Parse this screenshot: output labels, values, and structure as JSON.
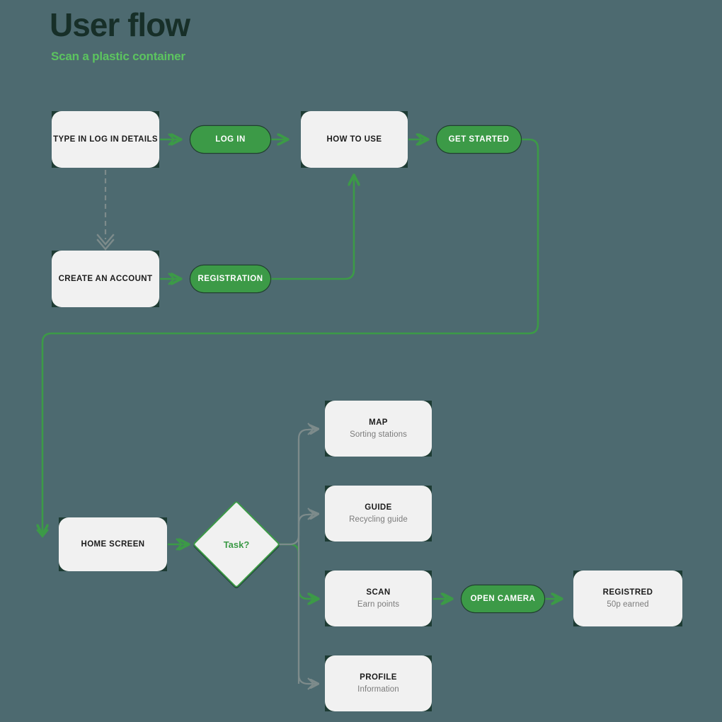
{
  "header": {
    "title": "User flow",
    "subtitle": "Scan a plastic container"
  },
  "colors": {
    "background": "#4d6a70",
    "green": "#3c9a47",
    "green_light": "#5cc45f",
    "node_fill": "#f1f1f1",
    "node_frame": "#1d3b33",
    "text_dark": "#1c1c1c",
    "text_muted": "#7b7b7b",
    "gray_edge": "#7d8b8b"
  },
  "nodes": [
    {
      "id": "type-in-log-in-details",
      "kind": "rect",
      "label": "TYPE IN LOG IN DETAILS",
      "sublabel": ""
    },
    {
      "id": "log-in",
      "kind": "pill",
      "label": "LOG IN",
      "sublabel": ""
    },
    {
      "id": "how-to-use",
      "kind": "rect",
      "label": "HOW TO USE",
      "sublabel": ""
    },
    {
      "id": "get-started",
      "kind": "pill",
      "label": "GET STARTED",
      "sublabel": ""
    },
    {
      "id": "create-an-account",
      "kind": "rect",
      "label": "CREATE AN ACCOUNT",
      "sublabel": ""
    },
    {
      "id": "registration",
      "kind": "pill",
      "label": "REGISTRATION",
      "sublabel": ""
    },
    {
      "id": "home-screen",
      "kind": "rect",
      "label": "HOME SCREEN",
      "sublabel": ""
    },
    {
      "id": "task-decision",
      "kind": "diamond",
      "label": "Task?",
      "sublabel": ""
    },
    {
      "id": "map",
      "kind": "rect",
      "label": "MAP",
      "sublabel": "Sorting stations"
    },
    {
      "id": "guide",
      "kind": "rect",
      "label": "GUIDE",
      "sublabel": "Recycling guide"
    },
    {
      "id": "scan",
      "kind": "rect",
      "label": "SCAN",
      "sublabel": "Earn points"
    },
    {
      "id": "open-camera",
      "kind": "pill",
      "label": "OPEN CAMERA",
      "sublabel": ""
    },
    {
      "id": "registred",
      "kind": "rect",
      "label": "REGISTRED",
      "sublabel": "50p earned"
    },
    {
      "id": "profile",
      "kind": "rect",
      "label": "PROFILE",
      "sublabel": "Information"
    }
  ],
  "edges": [
    {
      "id": "edge-details-to-login",
      "from": "type-in-log-in-details",
      "to": "log-in",
      "style": "solid-green"
    },
    {
      "id": "edge-login-to-howtouse",
      "from": "log-in",
      "to": "how-to-use",
      "style": "solid-green"
    },
    {
      "id": "edge-howtouse-to-getstarted",
      "from": "how-to-use",
      "to": "get-started",
      "style": "solid-green"
    },
    {
      "id": "edge-details-to-createaccount",
      "from": "type-in-log-in-details",
      "to": "create-an-account",
      "style": "dashed-gray"
    },
    {
      "id": "edge-createaccount-to-registration",
      "from": "create-an-account",
      "to": "registration",
      "style": "solid-green"
    },
    {
      "id": "edge-registration-to-howtouse",
      "from": "registration",
      "to": "how-to-use",
      "style": "solid-green"
    },
    {
      "id": "edge-getstarted-to-homescreen",
      "from": "get-started",
      "to": "home-screen",
      "style": "solid-green"
    },
    {
      "id": "edge-homescreen-to-task",
      "from": "home-screen",
      "to": "task-decision",
      "style": "solid-green"
    },
    {
      "id": "edge-task-to-map",
      "from": "task-decision",
      "to": "map",
      "style": "solid-gray"
    },
    {
      "id": "edge-task-to-guide",
      "from": "task-decision",
      "to": "guide",
      "style": "solid-gray"
    },
    {
      "id": "edge-task-to-scan",
      "from": "task-decision",
      "to": "scan",
      "style": "solid-green"
    },
    {
      "id": "edge-task-to-profile",
      "from": "task-decision",
      "to": "profile",
      "style": "solid-gray"
    },
    {
      "id": "edge-scan-to-opencamera",
      "from": "scan",
      "to": "open-camera",
      "style": "solid-green"
    },
    {
      "id": "edge-opencamera-to-registred",
      "from": "open-camera",
      "to": "registred",
      "style": "solid-green"
    }
  ]
}
